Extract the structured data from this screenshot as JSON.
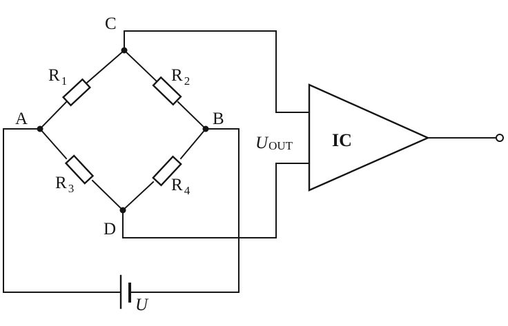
{
  "diagram": {
    "nodes": {
      "a": "A",
      "b": "B",
      "c": "C",
      "d": "D"
    },
    "resistors": [
      {
        "label": "R",
        "sub": "1"
      },
      {
        "label": "R",
        "sub": "2"
      },
      {
        "label": "R",
        "sub": "3"
      },
      {
        "label": "R",
        "sub": "4"
      }
    ],
    "amplifier": {
      "label": "IC"
    },
    "output_voltage": {
      "label": "U",
      "sub": "OUT"
    },
    "supply": {
      "label": "U"
    }
  }
}
